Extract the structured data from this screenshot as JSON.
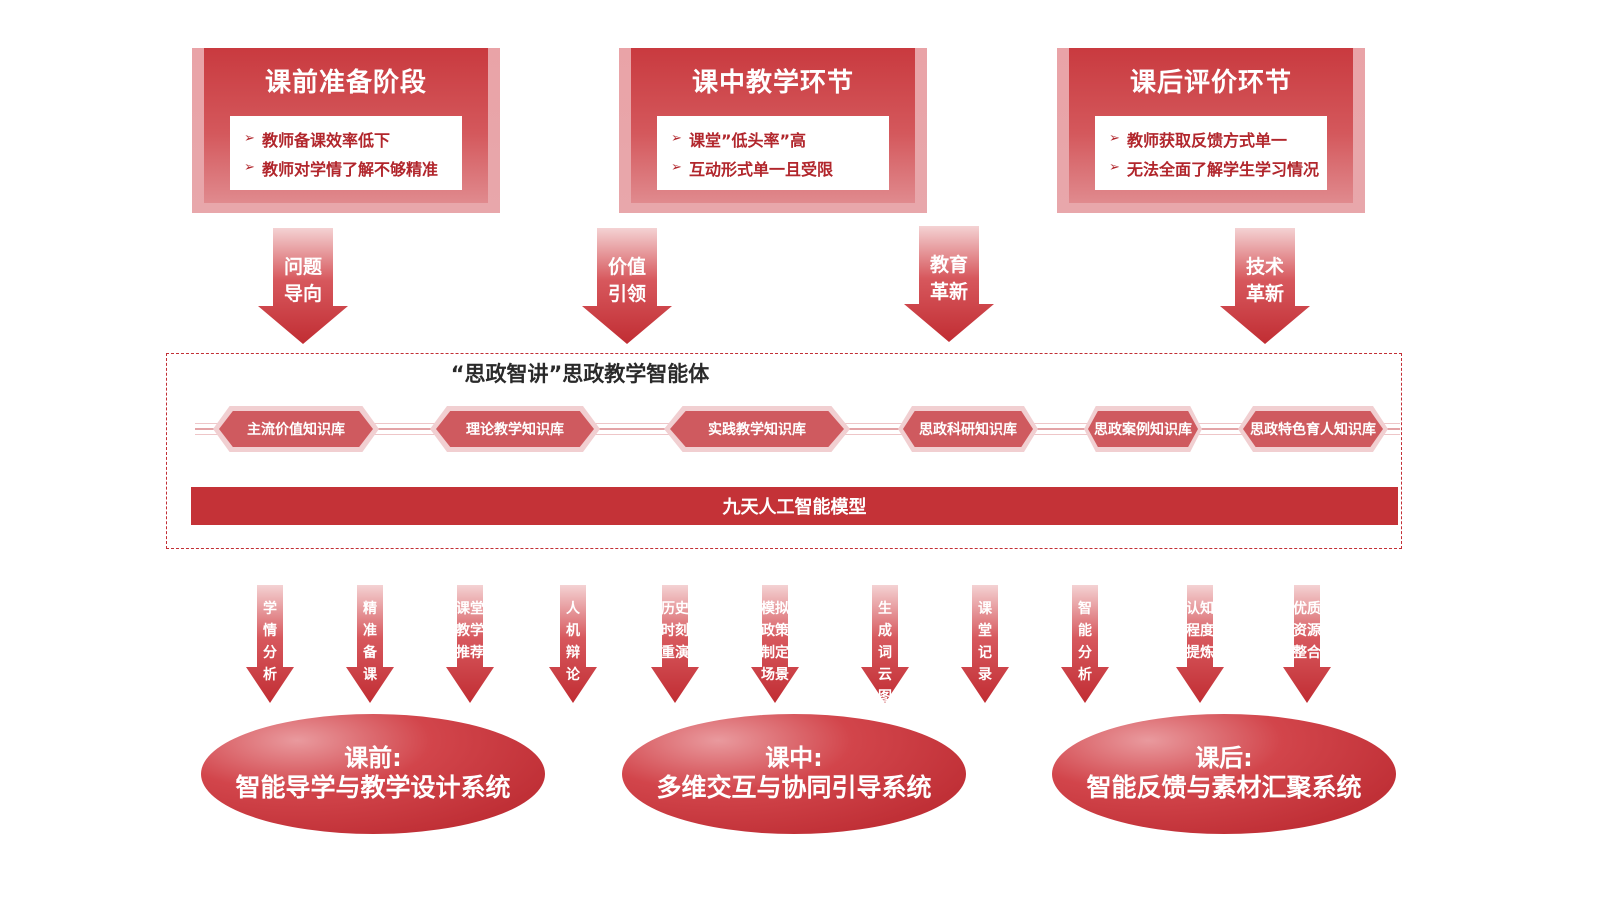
{
  "stages": [
    {
      "title": "课前准备阶段",
      "points": [
        "教师备课效率低下",
        "教师对学情了解不够精准"
      ]
    },
    {
      "title": "课中教学环节",
      "points": [
        "课堂”低头率”高",
        "互动形式单一且受限"
      ]
    },
    {
      "title": "课后评价环节",
      "points": [
        "教师获取反馈方式单一",
        "无法全面了解学生学习情况"
      ]
    }
  ],
  "bullet_glyph": "➢",
  "top_arrows": [
    {
      "line1": "问题",
      "line2": "导向"
    },
    {
      "line1": "价值",
      "line2": "引领"
    },
    {
      "line1": "教育",
      "line2": "革新"
    },
    {
      "line1": "技术",
      "line2": "革新"
    }
  ],
  "agent": {
    "title": "“思政智讲”思政教学智能体",
    "knowledge_bases": [
      "主流价值知识库",
      "理论教学知识库",
      "实践教学知识库",
      "思政科研知识库",
      "思政案例知识库",
      "思政特色育人知识库"
    ],
    "model": "九天人工智能模型"
  },
  "functions": [
    [
      "学",
      "情",
      "分",
      "析"
    ],
    [
      "精",
      "准",
      "备",
      "课"
    ],
    [
      "课堂",
      "教学",
      "推荐"
    ],
    [
      "人",
      "机",
      "辩",
      "论"
    ],
    [
      "历史",
      "时刻",
      "重演"
    ],
    [
      "模拟",
      "政策",
      "制定",
      "场景"
    ],
    [
      "生",
      "成",
      "词",
      "云",
      "图"
    ],
    [
      "课",
      "堂",
      "记",
      "录"
    ],
    [
      "智",
      "能",
      "分",
      "析"
    ],
    [
      "认知",
      "程度",
      "提炼"
    ],
    [
      "优质",
      "资源",
      "整合"
    ]
  ],
  "systems": [
    {
      "phase": "课前:",
      "name": "智能导学与教学设计系统"
    },
    {
      "phase": "课中:",
      "name": "多维交互与协同引导系统"
    },
    {
      "phase": "课后:",
      "name": "智能反馈与素材汇聚系统"
    }
  ],
  "colors": {
    "primary": "#c43237",
    "light": "#e9a3a7",
    "text": "#b1262c"
  }
}
